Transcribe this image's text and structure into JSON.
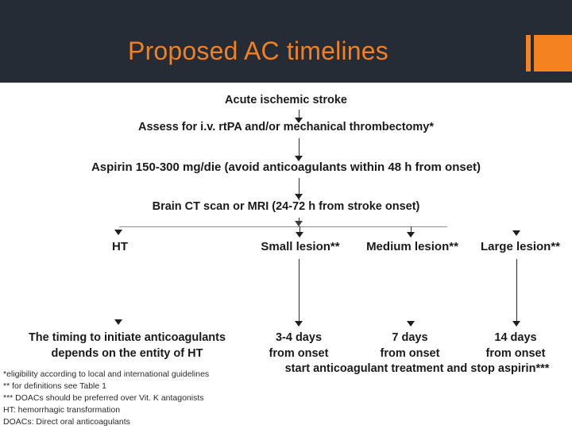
{
  "slide": {
    "title": "Proposed AC timelines",
    "accent_color": "#f58220",
    "header_bg": "#252c35",
    "body_bg": "#ffffff"
  },
  "flowchart": {
    "nodes": {
      "acute": "Acute ischemic stroke",
      "assess": "Assess for i.v. rtPA and/or mechanical thrombectomy*",
      "aspirin": "Aspirin 150-300 mg/die (avoid anticoagulants within 48 h from onset)",
      "brain": "Brain CT scan or MRI (24-72 h from stroke onset)",
      "ht": "HT",
      "small_lesion": "Small lesion**",
      "medium_lesion": "Medium lesion**",
      "large_lesion": "Large lesion**",
      "ht_timing_line1": "The timing to initiate anticoagulants",
      "ht_timing_line2": "depends on the entity of HT",
      "small_days_line1": "3-4 days",
      "small_days_line2": "from onset",
      "medium_days_line1": "7 days",
      "medium_days_line2": "from onset",
      "large_days_line1": "14 days",
      "large_days_line2": "from onset",
      "start_ac": "start anticoagulant treatment and stop aspirin***"
    }
  },
  "footnotes": [
    "*eligibility according to local and international guidelines",
    "** for definitions see Table 1",
    "*** DOACs should be preferred over Vit. K antagonists",
    "HT: hemorrhagic transformation",
    "DOACs: Direct oral anticoagulants"
  ]
}
